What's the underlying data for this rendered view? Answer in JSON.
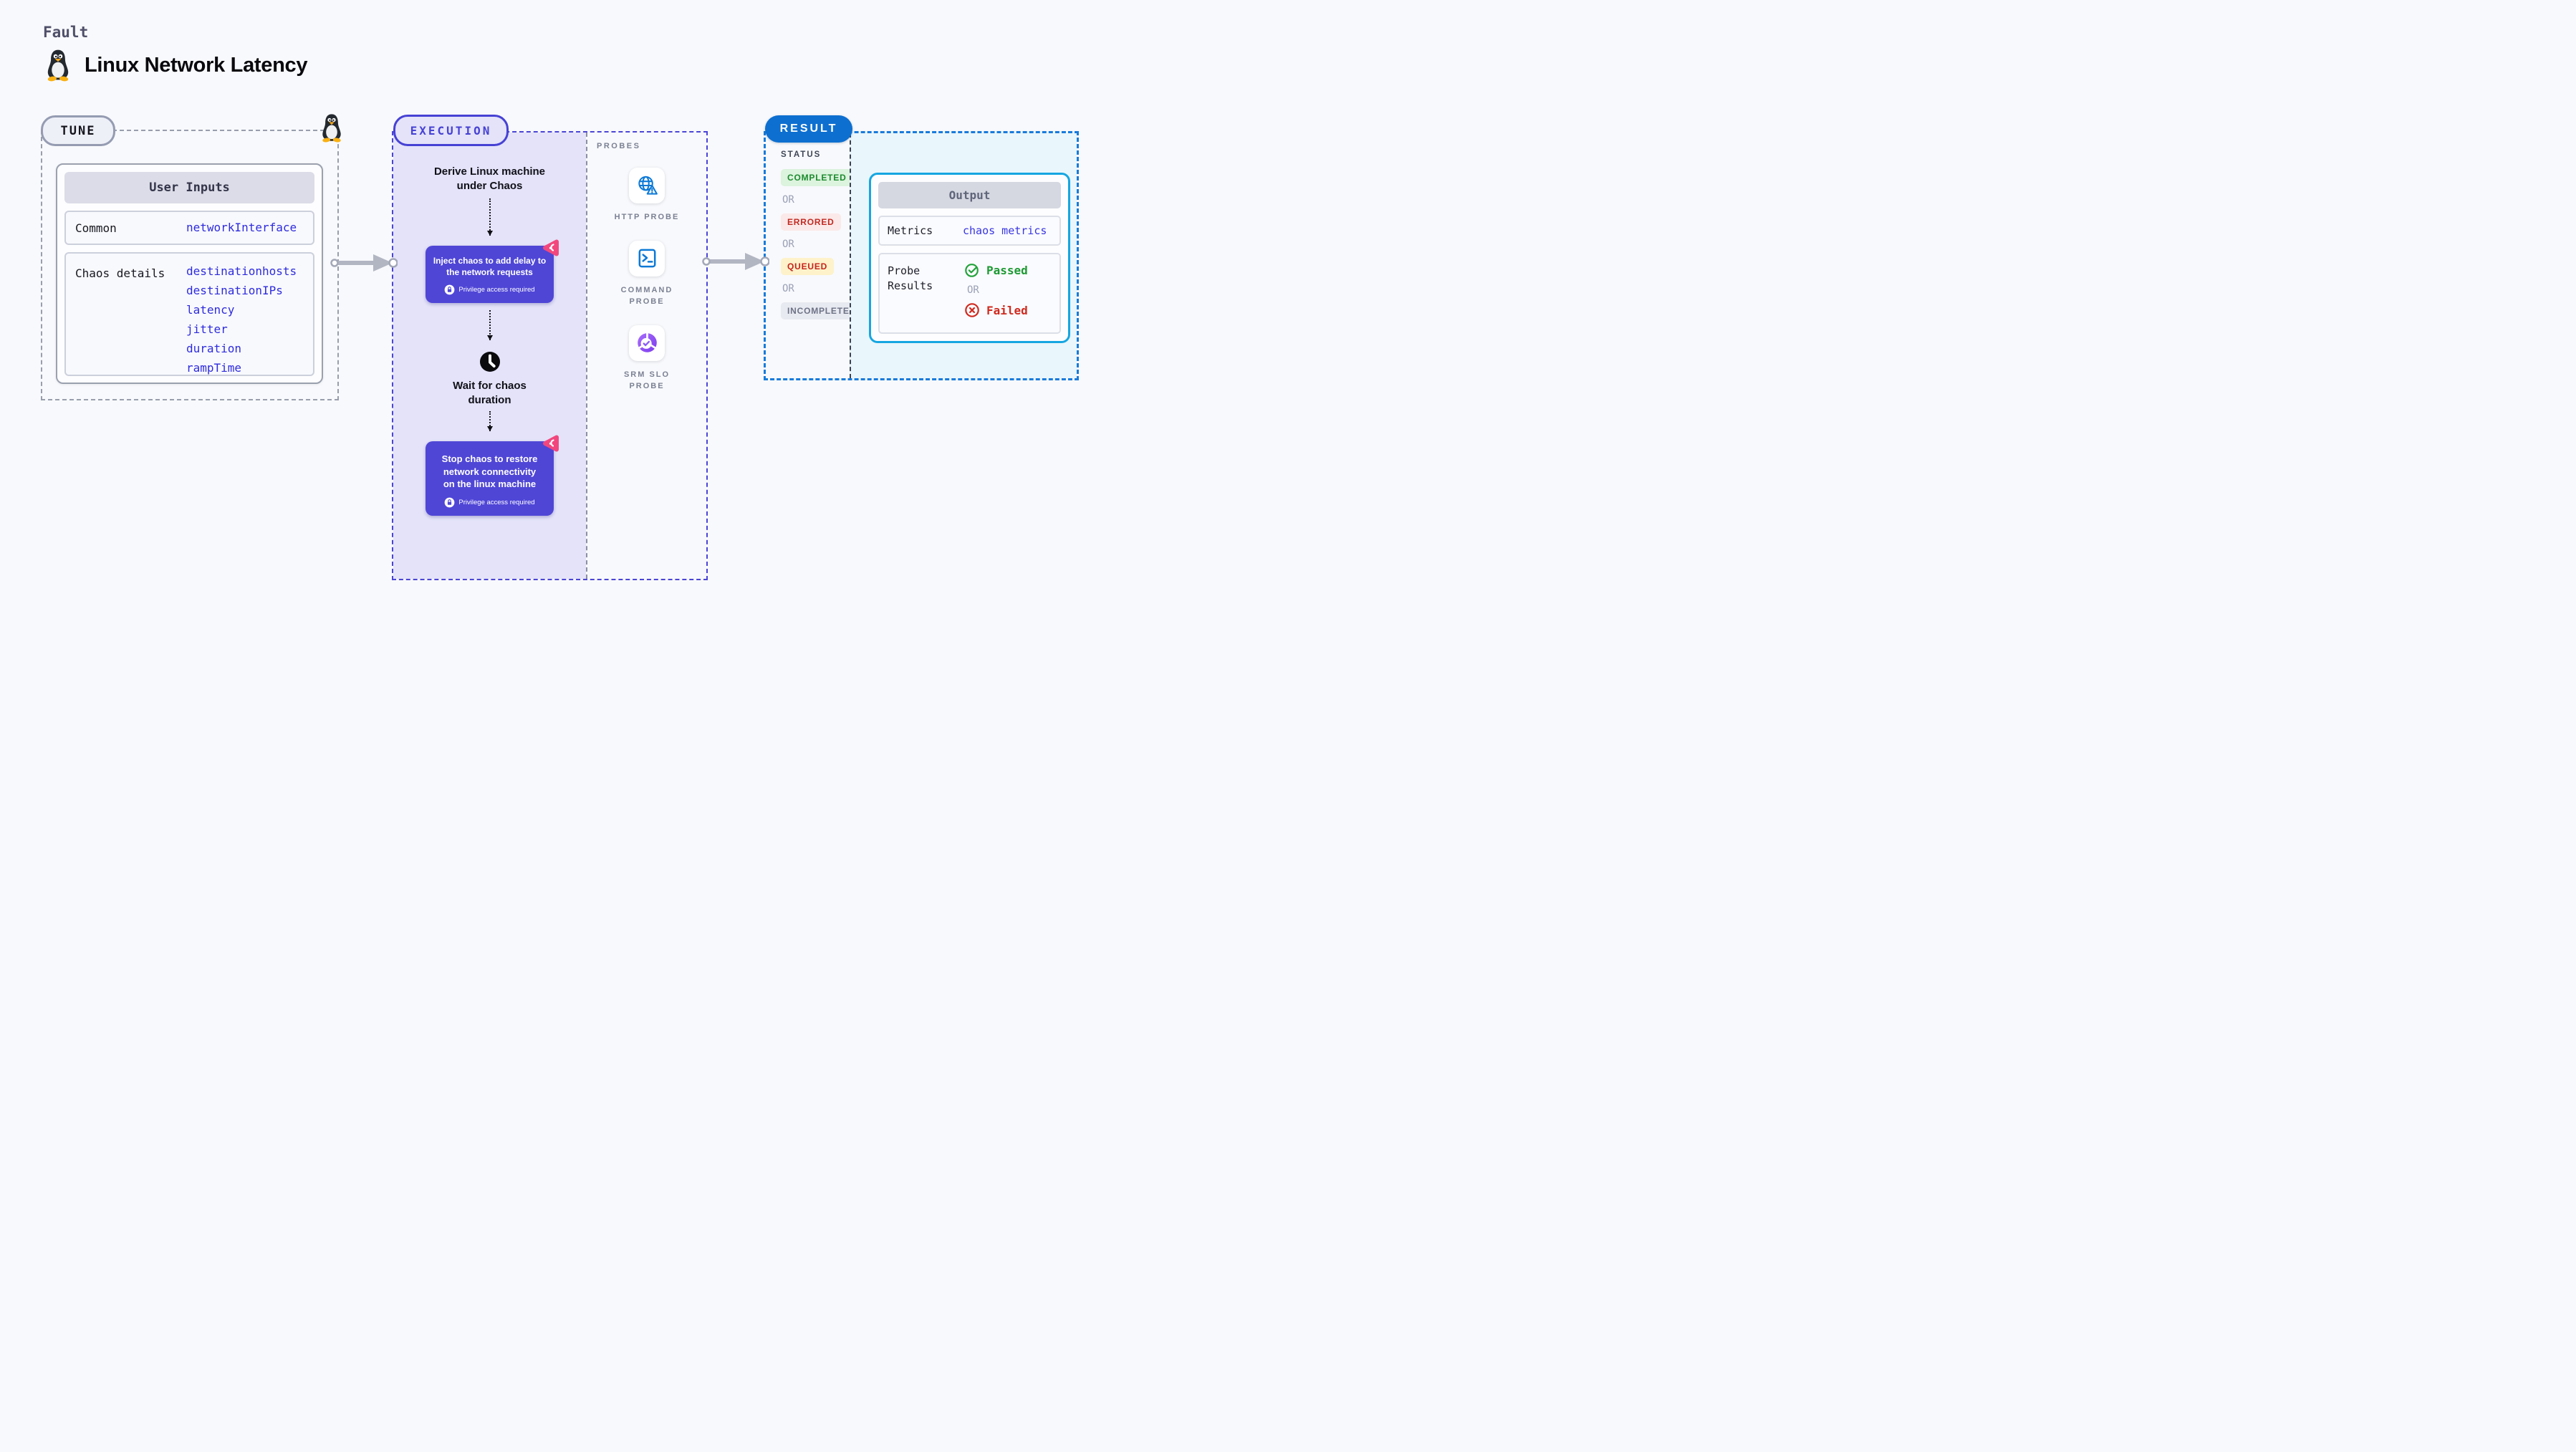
{
  "header": {
    "kicker": "Fault",
    "title": "Linux Network Latency",
    "icon": "tux-penguin"
  },
  "tune": {
    "label": "TUNE",
    "table": {
      "header": "User Inputs",
      "rows": [
        {
          "label": "Common",
          "values": [
            "networkInterface"
          ]
        },
        {
          "label": "Chaos details",
          "values": [
            "destinationhosts",
            "destinationIPs",
            "latency",
            "jitter",
            "duration",
            "rampTime"
          ]
        }
      ]
    }
  },
  "execution": {
    "label": "EXECUTION",
    "steps": {
      "derive": {
        "text": "Derive Linux machine under Chaos"
      },
      "inject": {
        "text": "Inject chaos to add delay to the network requests",
        "badge": "Privilege access required"
      },
      "wait": {
        "text": "Wait for chaos duration"
      },
      "stop": {
        "text": "Stop chaos to restore network connectivity on the linux machine",
        "badge": "Privilege access required"
      }
    },
    "probes": {
      "label": "PROBES",
      "items": [
        {
          "name": "HTTP PROBE",
          "icon": "globe-alert-icon"
        },
        {
          "name": "COMMAND PROBE",
          "icon": "terminal-icon"
        },
        {
          "name": "SRM SLO PROBE",
          "icon": "slo-donut-icon"
        }
      ]
    }
  },
  "result": {
    "label": "RESULT",
    "status": {
      "heading": "STATUS",
      "or": "OR",
      "items": [
        {
          "text": "COMPLETED",
          "kind": "completed"
        },
        {
          "text": "ERRORED",
          "kind": "errored"
        },
        {
          "text": "QUEUED",
          "kind": "queued"
        },
        {
          "text": "INCOMPLETED",
          "kind": "incompleted"
        }
      ]
    },
    "output": {
      "header": "Output",
      "metrics_label": "Metrics",
      "metrics_value": "chaos metrics",
      "probe_results_label": "Probe Results",
      "passed": "Passed",
      "or": "OR",
      "failed": "Failed"
    }
  },
  "colors": {
    "page_bg": "#f8f9fc",
    "tune_dash": "#989eac",
    "execution_accent": "#4b45d6",
    "execution_bg": "#e4e3f9",
    "action_box": "#4f46d6",
    "chaos_logo_pink": "#f2477e",
    "probe_icon_blue": "#0c79d6",
    "result_dash_blue": "#187bdb",
    "result_pill_blue": "#0d6fd0",
    "output_border_cyan": "#16a6e1",
    "output_bg_cyan": "#e9f6fb",
    "value_blue": "#2e2bdd",
    "completed_green": "#1c8a2e",
    "errored_red": "#c22a21",
    "queued_yellow_bg": "#fdf2ca",
    "passed_green": "#1d9a33",
    "failed_red": "#d02a1f"
  }
}
